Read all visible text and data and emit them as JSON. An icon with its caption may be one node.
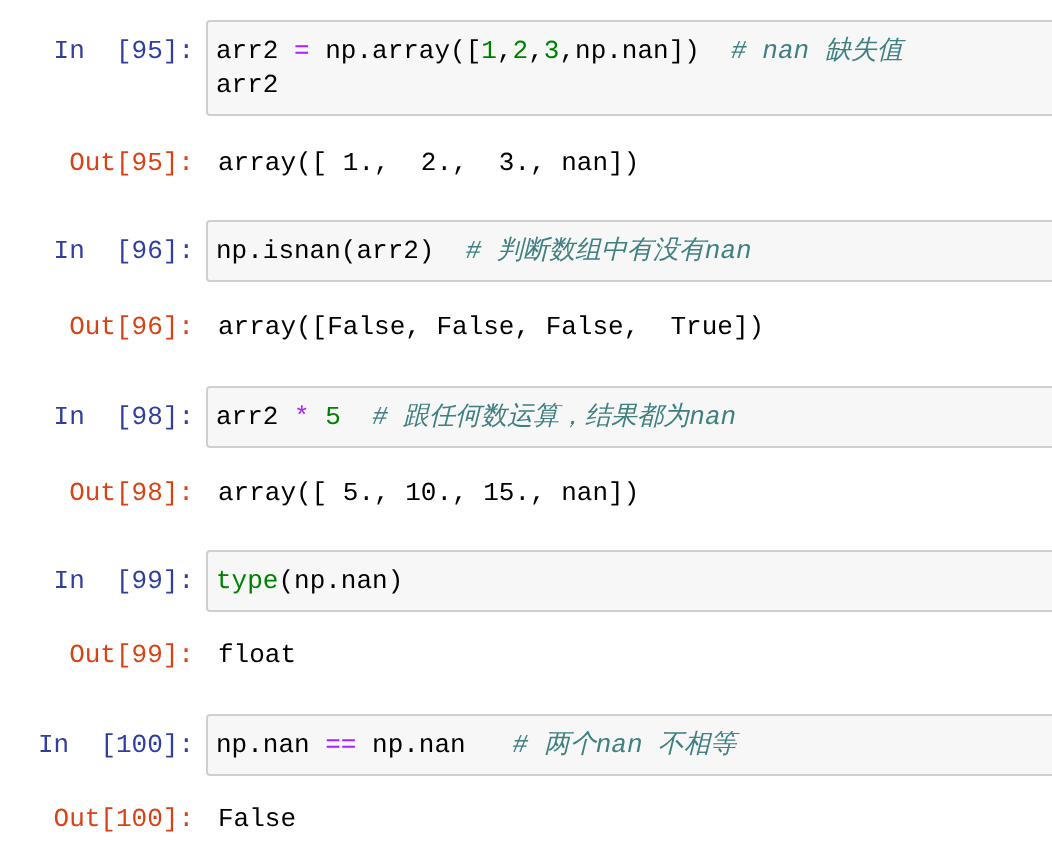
{
  "diagram": {
    "nodes": [
      {
        "text": [
          "arr2 = np.array([1,2,3,np.nan])  # nan 缺失值",
          "arr2"
        ],
        "beside": [
          "In  [95]:"
        ]
      },
      {
        "text": [
          "np.isnan(arr2)  # 判断数组中有没有nan"
        ],
        "beside": [
          "In  [96]:"
        ]
      },
      {
        "text": [
          "arr2 * 5  # 跟任何数运算，结果都为nan"
        ],
        "beside": [
          "In  [98]:"
        ]
      },
      {
        "text": [
          "type(np.nan)"
        ],
        "beside": [
          "In  [99]:"
        ]
      },
      {
        "text": [
          "np.nan == np.nan   # 两个nan 不相等"
        ],
        "beside": [
          "In  [100]:"
        ]
      }
    ],
    "labels": [
      "Out[95]:",
      "array([ 1.,  2.,  3., nan])",
      "Out[96]:",
      "array([False, False, False,  True])",
      "Out[98]:",
      "array([ 5., 10., 15., nan])",
      "Out[99]:",
      "float",
      "Out[100]:",
      "False"
    ]
  }
}
